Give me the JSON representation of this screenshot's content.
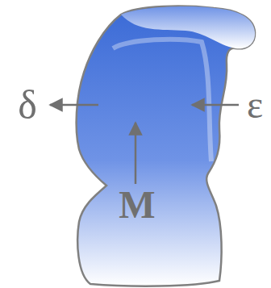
{
  "diagram": {
    "labels": [
      "δ",
      "ε",
      "M"
    ]
  }
}
